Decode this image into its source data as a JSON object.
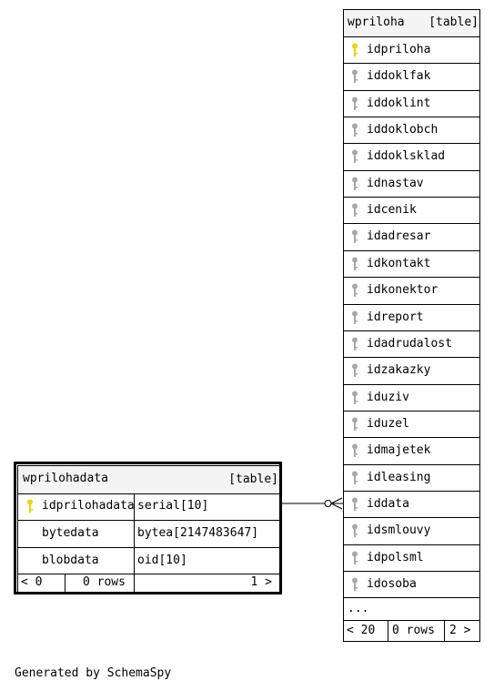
{
  "colors": {
    "primary_key": "#e6d600",
    "foreign_key": "#a8a8a8",
    "header_bg": "#f4f4f4"
  },
  "tables": [
    {
      "name": "wprilohadata",
      "type": "[table]",
      "columns": [
        {
          "name": "idprilohadata",
          "type": "serial[10]",
          "key": "primary-key-icon"
        },
        {
          "name": "bytedata",
          "type": "bytea[2147483647]",
          "key": ""
        },
        {
          "name": "blobdata",
          "type": "oid[10]",
          "key": ""
        }
      ],
      "footer": {
        "parents": "< 0",
        "rows": "0 rows",
        "children": "1 >"
      }
    },
    {
      "name": "wpriloha",
      "type": "[table]",
      "columns": [
        {
          "name": "idpriloha",
          "key": "primary-key-icon"
        },
        {
          "name": "iddoklfak",
          "key": "foreign-key-icon"
        },
        {
          "name": "iddoklint",
          "key": "foreign-key-icon"
        },
        {
          "name": "iddoklobch",
          "key": "foreign-key-icon"
        },
        {
          "name": "iddoklsklad",
          "key": "foreign-key-icon"
        },
        {
          "name": "idnastav",
          "key": "foreign-key-icon"
        },
        {
          "name": "idcenik",
          "key": "foreign-key-icon"
        },
        {
          "name": "idadresar",
          "key": "foreign-key-icon"
        },
        {
          "name": "idkontakt",
          "key": "foreign-key-icon"
        },
        {
          "name": "idkonektor",
          "key": "foreign-key-icon"
        },
        {
          "name": "idreport",
          "key": "foreign-key-icon"
        },
        {
          "name": "idadrudalost",
          "key": "foreign-key-icon"
        },
        {
          "name": "idzakazky",
          "key": "foreign-key-icon"
        },
        {
          "name": "iduziv",
          "key": "foreign-key-icon"
        },
        {
          "name": "iduzel",
          "key": "foreign-key-icon"
        },
        {
          "name": "idmajetek",
          "key": "foreign-key-icon"
        },
        {
          "name": "idleasing",
          "key": "foreign-key-icon"
        },
        {
          "name": "iddata",
          "key": "foreign-key-icon"
        },
        {
          "name": "idsmlouvy",
          "key": "foreign-key-icon"
        },
        {
          "name": "idpolsml",
          "key": "foreign-key-icon"
        },
        {
          "name": "idosoba",
          "key": "foreign-key-icon"
        }
      ],
      "more": "...",
      "footer": {
        "parents": "< 20",
        "rows": "0 rows",
        "children": "2 >"
      }
    }
  ],
  "relationship": {
    "from": "wprilohadata.idprilohadata",
    "to": "wpriloha.iddata",
    "notation": "one-to-zero-or-many"
  },
  "generated_by": "Generated by SchemaSpy"
}
